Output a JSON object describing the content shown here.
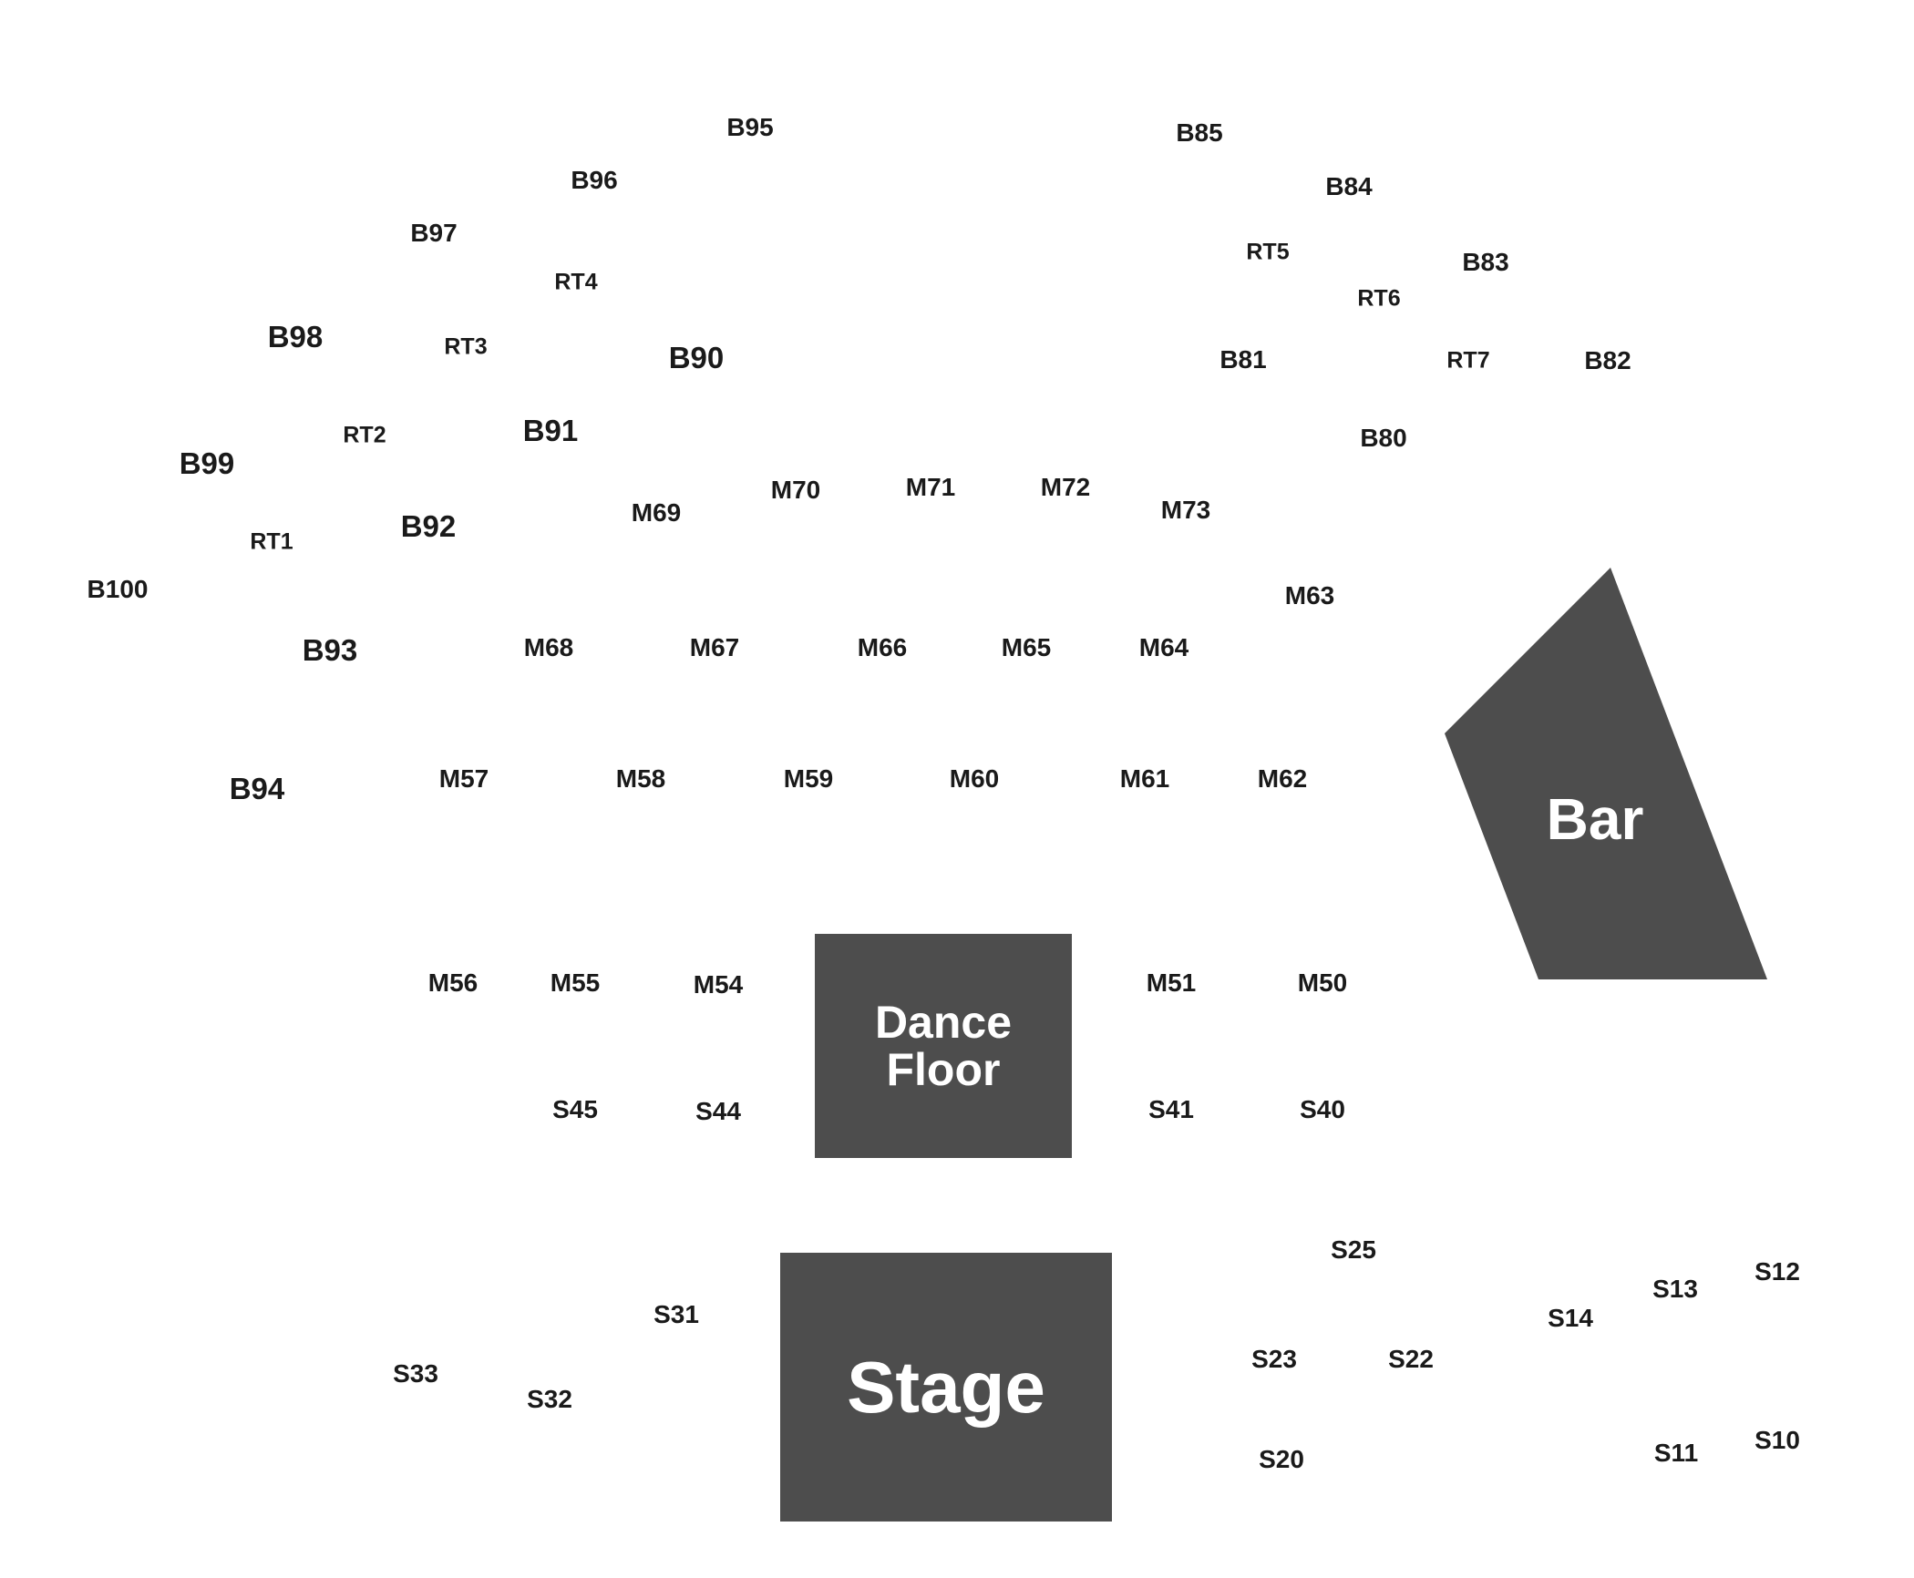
{
  "colors": {
    "feature_fill": "#4d4d4d",
    "feature_text": "#ffffff",
    "section_text": "#1a1a1a",
    "background": "#ffffff"
  },
  "features": {
    "stage": "Stage",
    "dance_floor": "Dance\nFloor",
    "bar": "Bar"
  },
  "sections": {
    "B95": "B95",
    "B85": "B85",
    "B96": "B96",
    "B84": "B84",
    "B97": "B97",
    "RT5": "RT5",
    "B83": "B83",
    "RT4": "RT4",
    "RT6": "RT6",
    "B98": "B98",
    "RT3": "RT3",
    "B90": "B90",
    "B81": "B81",
    "RT7": "RT7",
    "B82": "B82",
    "RT2": "RT2",
    "B91": "B91",
    "B80": "B80",
    "B99": "B99",
    "M70": "M70",
    "M71": "M71",
    "M72": "M72",
    "M69": "M69",
    "M73": "M73",
    "RT1": "RT1",
    "B92": "B92",
    "B100": "B100",
    "M63": "M63",
    "B93": "B93",
    "M68": "M68",
    "M67": "M67",
    "M66": "M66",
    "M65": "M65",
    "M64": "M64",
    "B94": "B94",
    "M57": "M57",
    "M58": "M58",
    "M59": "M59",
    "M60": "M60",
    "M61": "M61",
    "M62": "M62",
    "M56": "M56",
    "M55": "M55",
    "M54": "M54",
    "M51": "M51",
    "M50": "M50",
    "S45": "S45",
    "S44": "S44",
    "S41": "S41",
    "S40": "S40",
    "S25": "S25",
    "S12": "S12",
    "S13": "S13",
    "S14": "S14",
    "S31": "S31",
    "S23": "S23",
    "S22": "S22",
    "S33": "S33",
    "S32": "S32",
    "S20": "S20",
    "S11": "S11",
    "S10": "S10"
  }
}
